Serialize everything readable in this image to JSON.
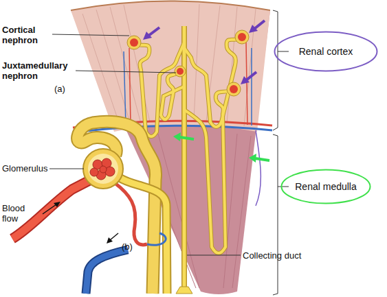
{
  "diagram": {
    "nodes": [
      {
        "text": [
          "Renal cortex"
        ]
      },
      {
        "text": [
          "Renal medulla"
        ]
      }
    ],
    "labels": [
      "Cortical nephron",
      "Juxtamedullary nephron",
      "(a)",
      "Glomerulus",
      "Blood flow",
      "(b)",
      "Collecting duct"
    ]
  }
}
